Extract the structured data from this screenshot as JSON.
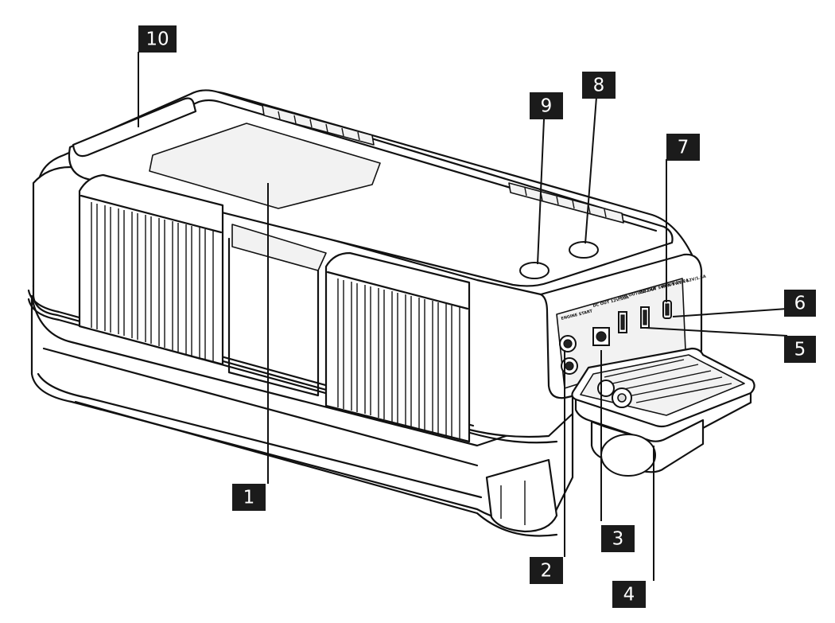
{
  "callouts": [
    {
      "label": "1"
    },
    {
      "label": "2"
    },
    {
      "label": "3"
    },
    {
      "label": "4"
    },
    {
      "label": "5"
    },
    {
      "label": "6"
    },
    {
      "label": "7"
    },
    {
      "label": "8"
    },
    {
      "label": "9"
    },
    {
      "label": "10"
    }
  ],
  "port_labels": {
    "engine_start": "ENGINE START",
    "dc_out": "DC OUT 12V/10A",
    "usb_out_1": "USB OUT 5V/2.4A",
    "usb_out_2": "USB OUT 5V/3A 9V/2A 12V/1.5A",
    "input": "INPUT 5V/2A"
  },
  "colors": {
    "ink": "#111111",
    "callout_bg": "#1b1b1b",
    "callout_fg": "#ffffff",
    "paper": "#ffffff"
  }
}
